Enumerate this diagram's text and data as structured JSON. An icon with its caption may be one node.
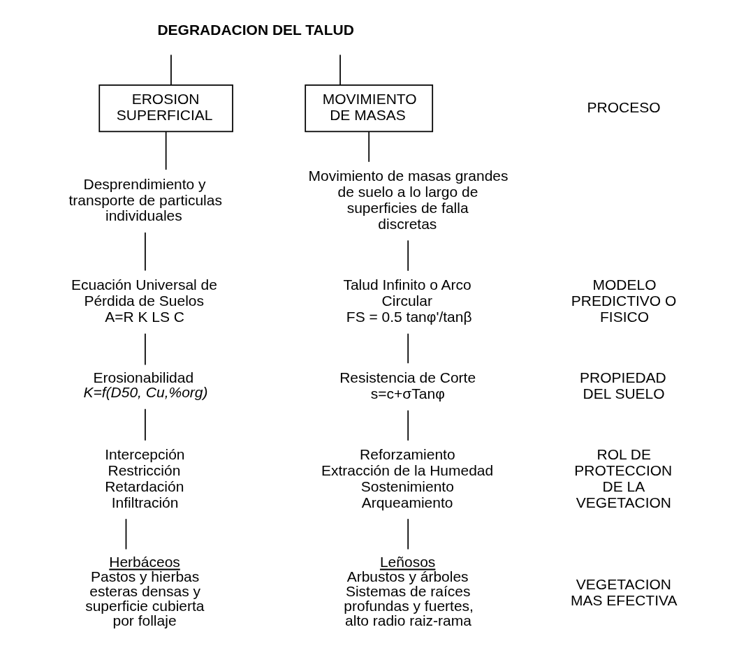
{
  "diagram": {
    "nodes": [
      {
        "text": [
          "DEGRADACION DEL TALUD"
        ]
      },
      {
        "text": [
          "EROSION SUPERFICIAL"
        ]
      },
      {
        "text": [
          "MOVIMIENTO DE MASAS"
        ]
      },
      {
        "text": [
          "Desprendimiento y transporte de particulas individuales"
        ]
      },
      {
        "text": [
          "Movimiento de masas grandes de suelo a lo largo de superficies de falla discretas"
        ]
      },
      {
        "text": [
          "Ecuación Universal de Pérdida de Suelos",
          "A=R K LS C"
        ]
      },
      {
        "text": [
          "Talud Infinito o Arco Circular",
          "FS = 0.5 tanφ'/tanβ"
        ]
      },
      {
        "text": [
          "Erosionabilidad",
          "K=f(D50, Cu,%org)"
        ]
      },
      {
        "text": [
          "Resistencia de Corte",
          "s=c+σTanφ"
        ]
      },
      {
        "text": [
          "Intercepción",
          "Restricción",
          "Retardación",
          "Infiltración"
        ]
      },
      {
        "text": [
          "Reforzamiento",
          "Extracción de la Humedad",
          "Sostenimiento",
          "Arqueamiento"
        ]
      },
      {
        "text": [
          "Herbáceos",
          "Pastos y hierbas esteras densas y superficie cubierta por follaje"
        ]
      },
      {
        "text": [
          "Leñosos",
          "Arbustos y árboles",
          "Sistemas de raíces profundas y fuertes, alto radio raiz-rama"
        ]
      }
    ],
    "edges": [
      {
        "from": 0,
        "to": 1,
        "arrow": "none"
      },
      {
        "from": 0,
        "to": 2,
        "arrow": "none"
      },
      {
        "from": 1,
        "to": 3,
        "arrow": "none"
      },
      {
        "from": 2,
        "to": 4,
        "arrow": "none"
      },
      {
        "from": 3,
        "to": 5,
        "arrow": "none"
      },
      {
        "from": 4,
        "to": 6,
        "arrow": "none"
      },
      {
        "from": 5,
        "to": 7,
        "arrow": "none"
      },
      {
        "from": 6,
        "to": 8,
        "arrow": "none"
      },
      {
        "from": 7,
        "to": 9,
        "arrow": "none"
      },
      {
        "from": 8,
        "to": 10,
        "arrow": "none"
      },
      {
        "from": 9,
        "to": 11,
        "arrow": "none"
      },
      {
        "from": 10,
        "to": 12,
        "arrow": "none"
      }
    ],
    "labels": [
      "PROCESO",
      "MODELO PREDICTIVO O FISICO",
      "PROPIEDAD DEL SUELO",
      "ROL DE PROTECCION DE LA VEGETACION",
      "VEGETACION MAS EFECTIVA"
    ]
  }
}
